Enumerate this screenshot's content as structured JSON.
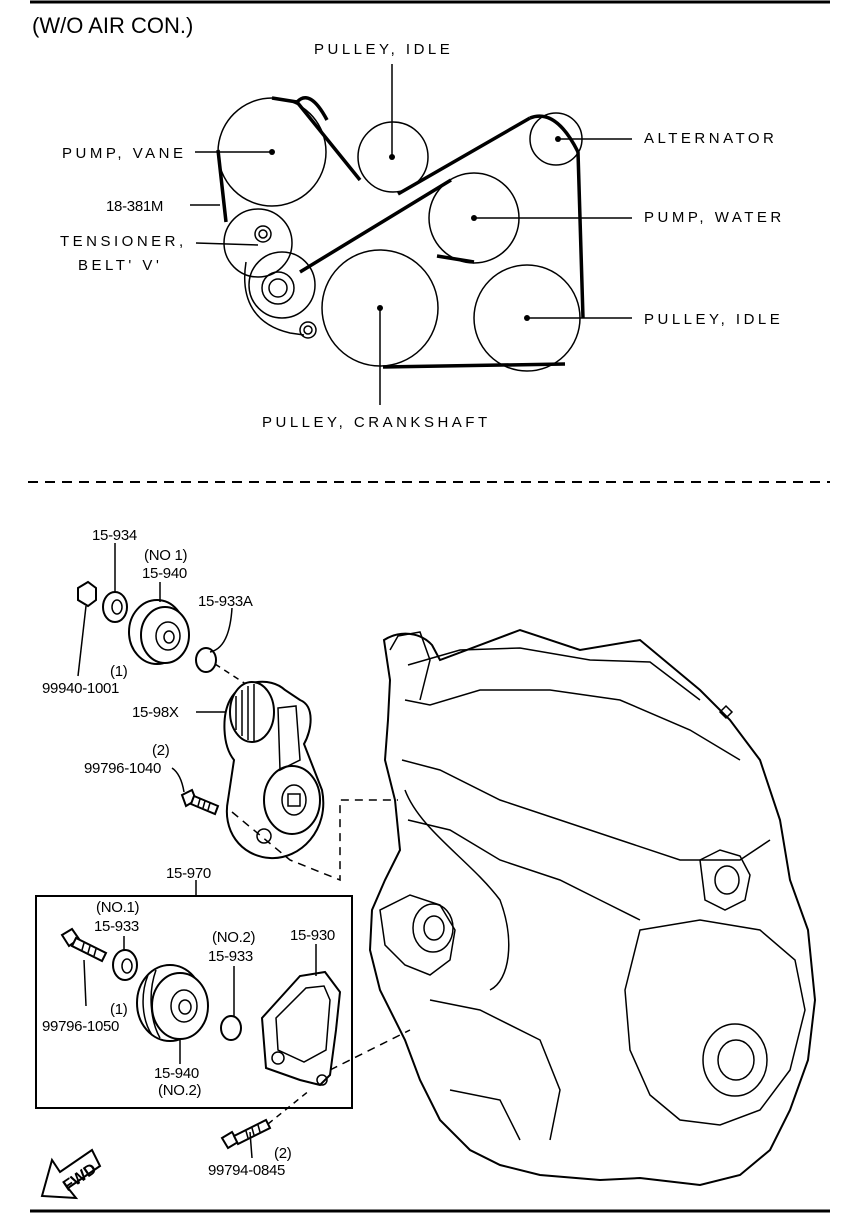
{
  "top_section": {
    "title": "(W/O AIR CON.)",
    "labels": {
      "pulley_idle_top": "PULLEY, IDLE",
      "pump_vane": "PUMP, VANE",
      "belt_part": "18-381M",
      "tensioner_line1": "TENSIONER,",
      "tensioner_line2": "BELT' V'",
      "alternator": "ALTERNATOR",
      "pump_water": "PUMP, WATER",
      "pulley_idle_right": "PULLEY, IDLE",
      "pulley_crankshaft": "PULLEY, CRANKSHAFT"
    }
  },
  "bottom_section": {
    "parts": {
      "p15934": "15-934",
      "no1_a": "(NO 1)",
      "p15940_a": "15-940",
      "p15933A": "15-933A",
      "qty1_a": "(1)",
      "p99940": "99940-1001",
      "p1598X": "15-98X",
      "qty2_a": "(2)",
      "p99796_1040": "99796-1040",
      "p15970": "15-970",
      "no1_b": "(NO.1)",
      "p15933_a": "15-933",
      "no2_a": "(NO.2)",
      "p15933_b": "15-933",
      "p15930": "15-930",
      "qty1_b": "(1)",
      "p99796_1050": "99796-1050",
      "p15940_b": "15-940",
      "no2_b": "(NO.2)",
      "qty2_b": "(2)",
      "p99794": "99794-0845",
      "fwd": "FWD"
    }
  }
}
